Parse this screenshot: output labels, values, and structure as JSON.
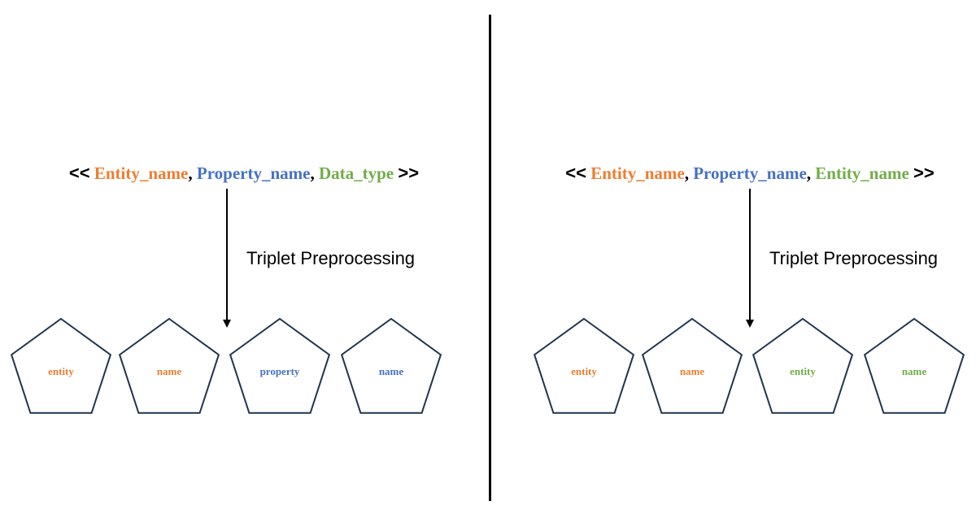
{
  "left": {
    "triplet": {
      "open": "<<",
      "first": "Entity_name",
      "sep1": ",",
      "second": "Property_name",
      "sep2": ",",
      "third": "Data_type",
      "close": ">>"
    },
    "step_label": "Triplet Preprocessing",
    "nodes": [
      {
        "label": "entity",
        "color": "#ED7D31"
      },
      {
        "label": "name",
        "color": "#ED7D31"
      },
      {
        "label": "property",
        "color": "#4472C4"
      },
      {
        "label": "name",
        "color": "#4472C4"
      }
    ]
  },
  "right": {
    "triplet": {
      "open": "<<",
      "first": "Entity_name",
      "sep1": ",",
      "second": "Property_name",
      "sep2": ",",
      "third": "Entity_name",
      "close": ">>"
    },
    "step_label": "Triplet Preprocessing",
    "nodes": [
      {
        "label": "entity",
        "color": "#ED7D31"
      },
      {
        "label": "name",
        "color": "#ED7D31"
      },
      {
        "label": "entity",
        "color": "#70AD47"
      },
      {
        "label": "name",
        "color": "#70AD47"
      }
    ]
  },
  "colors": {
    "entity": "#ED7D31",
    "property": "#4472C4",
    "type": "#70AD47",
    "node_stroke": "#1F3550"
  }
}
